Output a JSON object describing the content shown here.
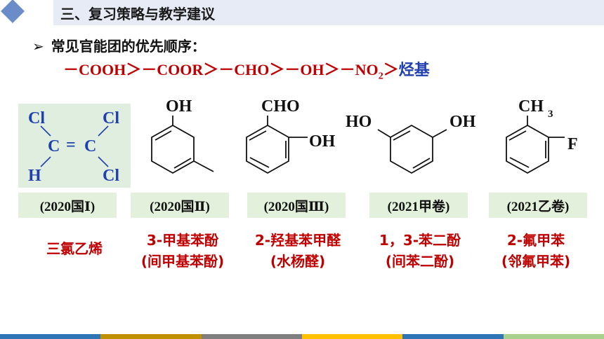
{
  "header": {
    "title": "三、复习策略与教学建议"
  },
  "bullet": {
    "arrow": "➢",
    "text": "常见官能团的优先顺序："
  },
  "order": {
    "items": [
      "－COOH",
      "＞",
      "－COOR",
      "＞",
      "－CHO",
      "＞",
      "－OH",
      "＞",
      "－NO",
      "2",
      "＞",
      "烃基"
    ]
  },
  "molecules": [
    {
      "labels": {
        "cl1": "Cl",
        "cl2": "Cl",
        "cc": "C",
        "eq": "=",
        "cc2": "C",
        "h": "H",
        "cl3": "Cl"
      },
      "tag": "(2020国Ⅰ)",
      "name": [
        "三氯乙烯"
      ]
    },
    {
      "labels": {
        "top": "OH"
      },
      "tag": "(2020国Ⅱ)",
      "name": [
        "3-甲基苯酚",
        "(间甲基苯酚)"
      ]
    },
    {
      "labels": {
        "top": "CHO",
        "side": "OH"
      },
      "tag": "(2020国Ⅲ)",
      "name": [
        "2-羟基苯甲醛",
        "(水杨醛)"
      ]
    },
    {
      "labels": {
        "left": "HO",
        "right": "OH"
      },
      "tag": "(2021甲卷)",
      "name": [
        "1，3-苯二酚",
        "(间苯二酚)"
      ]
    },
    {
      "labels": {
        "top": "CH",
        "sub": "3",
        "side": "F"
      },
      "tag": "(2021乙卷)",
      "name": [
        "2-氟甲苯",
        "(邻氟甲苯)"
      ]
    }
  ],
  "colors": {
    "accent_red": "#c00000",
    "accent_blue": "#2040b0",
    "tag_bg": "#e3f1dc",
    "header_bg": "#e7ebf5"
  },
  "footer_colors": [
    "#2e75b6",
    "#bf9000",
    "#7f7f7f",
    "#ffc000",
    "#2e75b6",
    "#a9d18e"
  ]
}
